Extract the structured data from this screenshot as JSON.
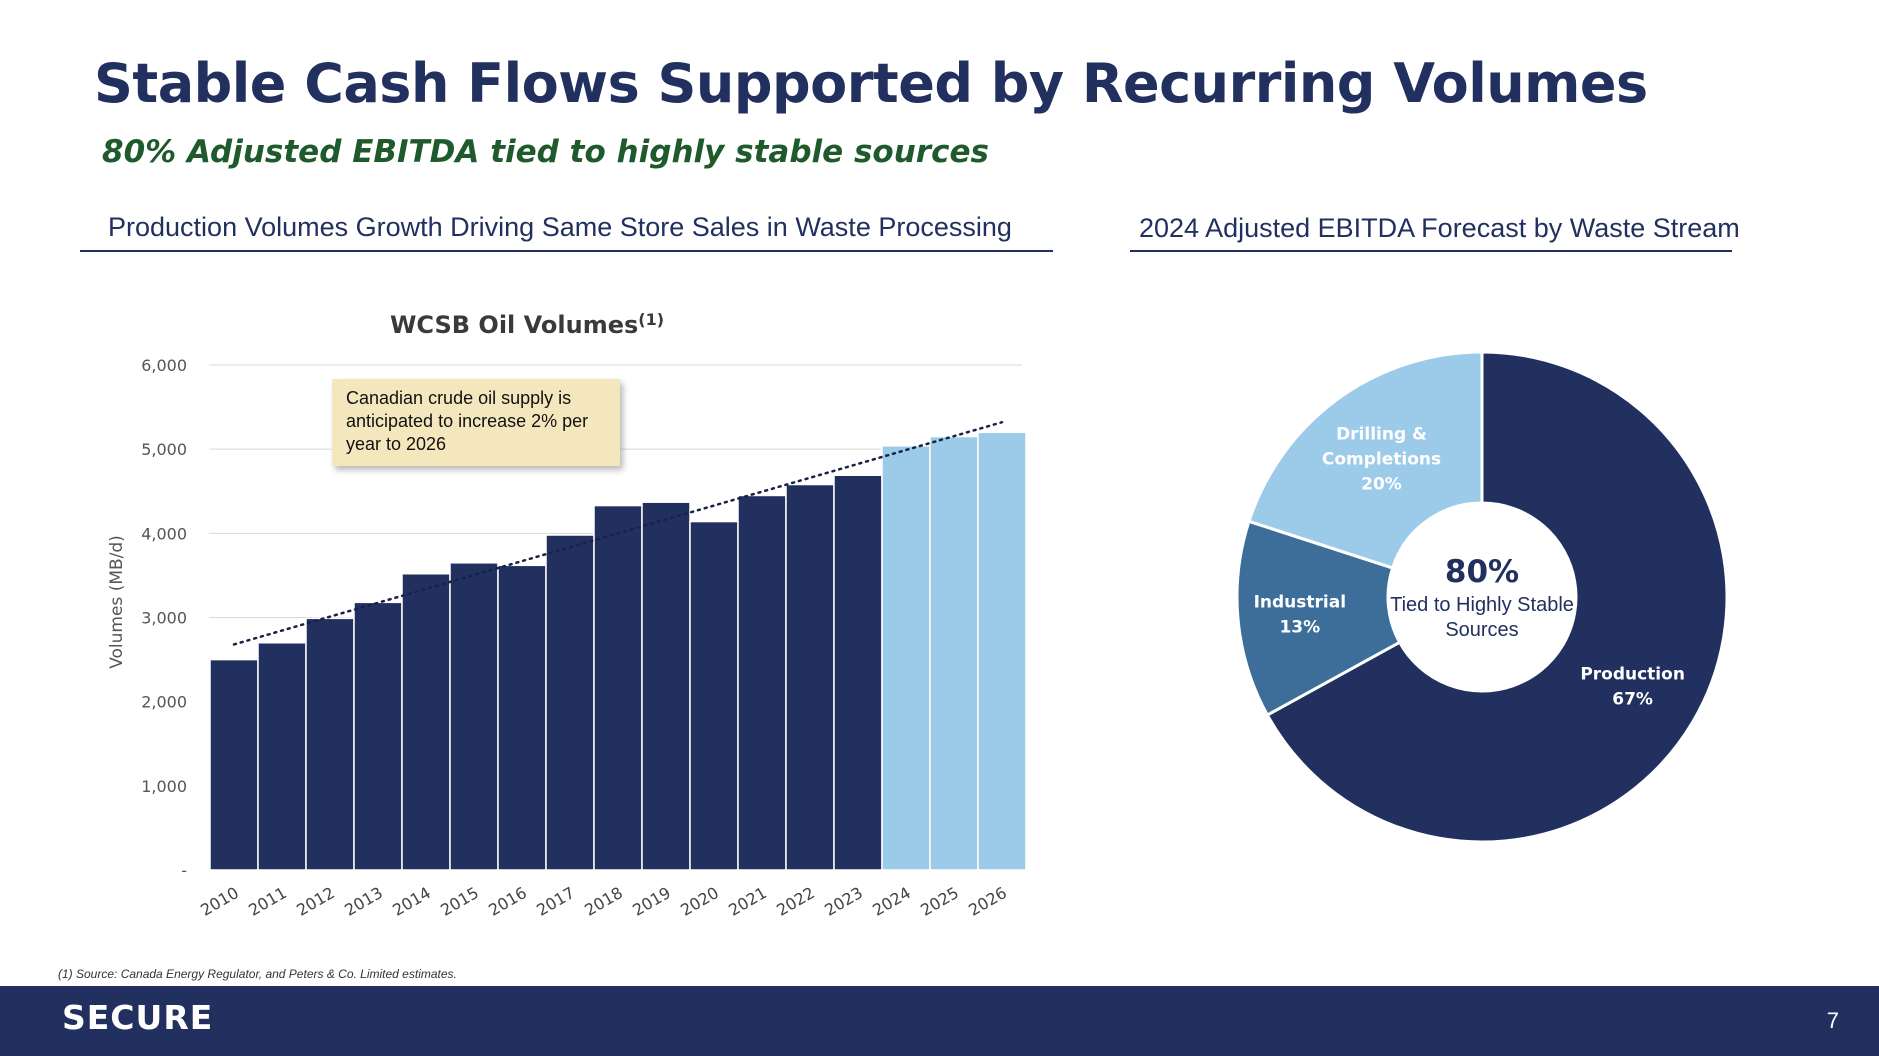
{
  "header": {
    "title": "Stable Cash Flows Supported by Recurring Volumes",
    "subtitle": "80% Adjusted EBITDA tied to highly stable sources"
  },
  "left_section": {
    "heading": "Production Volumes Growth Driving Same Store Sales in Waste Processing",
    "annotation": "Canadian crude oil supply is anticipated to increase 2% per year to 2026"
  },
  "right_section": {
    "heading": "2024 Adjusted EBITDA Forecast by Waste Stream",
    "center_value": "80%",
    "center_line1": "Tied to Highly Stable",
    "center_line2": "Sources"
  },
  "footnote": "(1) Source: Canada Energy Regulator, and Peters & Co. Limited estimates.",
  "footer": {
    "logo": "SECURE",
    "page_number": "7"
  },
  "colors": {
    "navy": "#22305f",
    "light_blue": "#9ccbea",
    "mid_blue": "#3d6e9a",
    "subtitle_green": "#1f5a2c",
    "annotation_bg": "#f5e7bd"
  },
  "chart_data": [
    {
      "type": "bar",
      "title": "WCSB Oil Volumes",
      "title_superscript": "(1)",
      "ylabel": "Volumes (MB/d)",
      "xlabel": "",
      "categories": [
        "2010",
        "2011",
        "2012",
        "2013",
        "2014",
        "2015",
        "2016",
        "2017",
        "2018",
        "2019",
        "2020",
        "2021",
        "2022",
        "2023",
        "2024",
        "2025",
        "2026"
      ],
      "values": [
        2500,
        2700,
        2990,
        3180,
        3520,
        3650,
        3620,
        3980,
        4330,
        4370,
        4140,
        4450,
        4580,
        4690,
        5040,
        5150,
        5200
      ],
      "bar_colors": [
        "navy",
        "navy",
        "navy",
        "navy",
        "navy",
        "navy",
        "navy",
        "navy",
        "navy",
        "navy",
        "navy",
        "navy",
        "navy",
        "navy",
        "light_blue",
        "light_blue",
        "light_blue"
      ],
      "ylim": [
        0,
        6000
      ],
      "y_ticks": [
        0,
        1000,
        2000,
        3000,
        4000,
        5000,
        6000
      ],
      "y_tick_labels": [
        "-",
        "1,000",
        "2,000",
        "3,000",
        "4,000",
        "5,000",
        "6,000"
      ],
      "trendline": {
        "style": "dotted",
        "start": 2680,
        "end": 5320
      },
      "grid": true,
      "legend": "none"
    },
    {
      "type": "pie",
      "style": "donut",
      "slices": [
        {
          "label_line1": "Production",
          "label_line2": "67%",
          "value": 67,
          "color": "navy"
        },
        {
          "label_line1": "Industrial",
          "label_line2": "13%",
          "value": 13,
          "color": "mid_blue"
        },
        {
          "label_line1": "Drilling &",
          "label_line1b": "Completions",
          "label_line2": "20%",
          "value": 20,
          "color": "light_blue"
        }
      ]
    }
  ]
}
